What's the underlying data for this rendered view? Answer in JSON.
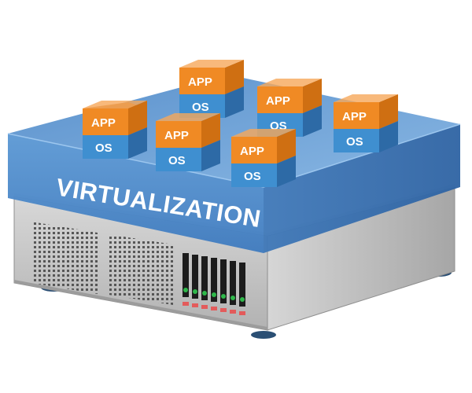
{
  "layer_label": "VIRTUALIZATION",
  "vm_boxes": [
    {
      "top_label": "APP",
      "bottom_label": "OS"
    },
    {
      "top_label": "APP",
      "bottom_label": "OS"
    },
    {
      "top_label": "APP",
      "bottom_label": "OS"
    },
    {
      "top_label": "APP",
      "bottom_label": "OS"
    },
    {
      "top_label": "APP",
      "bottom_label": "OS"
    },
    {
      "top_label": "APP",
      "bottom_label": "OS"
    }
  ],
  "colors": {
    "app_orange": "#f08a24",
    "os_blue": "#3f8fd0",
    "virtualization_blue": "#5e9bd6",
    "server_gray": "#b9b9b9",
    "indicator_green": "#2fb84a",
    "indicator_red": "#e35b5b"
  }
}
